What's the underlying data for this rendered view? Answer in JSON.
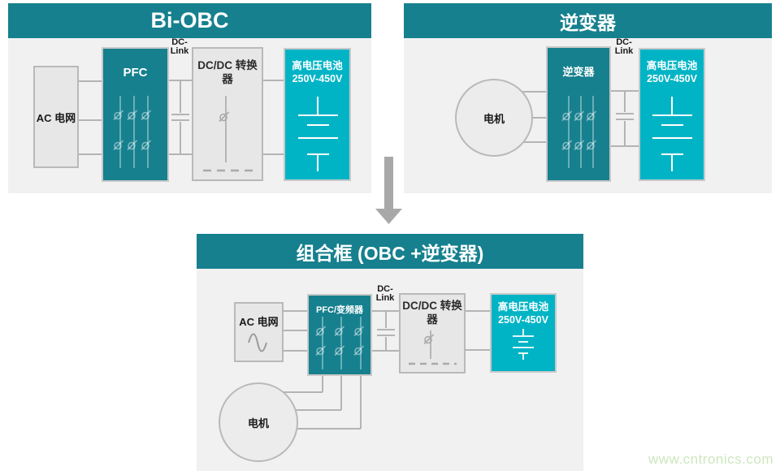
{
  "colors": {
    "teal_header": "#16808E",
    "teal_block": "#16808E",
    "cyan_battery": "#00B4C6",
    "panel_bg": "#F1F1F1",
    "box_bg": "#E7E7E7",
    "wire_gray": "#B4B4B4",
    "arrow_gray": "#A8A8A8",
    "watermark_green": "#CBE7BD"
  },
  "panels": {
    "biobc": {
      "title": "Bi-OBC",
      "ac_label": "AC 电网",
      "pfc_label": "PFC",
      "dclink_label": "DC-\nLink",
      "dcdc_label": "DC/DC 转换\n器",
      "battery_label": "高电压电池\n250V-450V"
    },
    "inverter": {
      "title": "逆变器",
      "motor_label": "电机",
      "inverter_label": "逆变器",
      "dclink_label": "DC-\nLink",
      "battery_label": "高电压电池\n250V-450V"
    },
    "combo": {
      "title": "组合框 (OBC +逆变器)",
      "ac_label": "AC 电网",
      "pfc_label": "PFC/变频器",
      "dclink_label": "DC-\nLink",
      "dcdc_label": "DC/DC 转换\n器",
      "battery_label": "高电压电池\n250V-450V",
      "motor_label": "电机"
    }
  },
  "watermark": "www.cntronics.com"
}
